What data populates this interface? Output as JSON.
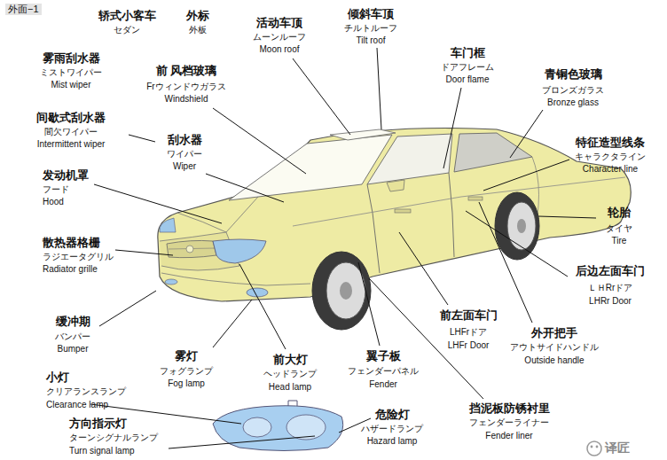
{
  "diagram": {
    "labels": [
      "外面−1",
      "轿式小客车",
      "セダン",
      "外标",
      "外板",
      "活动车顶",
      "ムーンルーフ",
      "Moon roof",
      "倾斜车顶",
      "チルトルーフ",
      "Tilt roof",
      "雾雨刮水器",
      "ミストワイパー",
      "Mist wiper",
      "前 风档玻璃",
      "Frウィンドウガラス",
      "Windshield",
      "车门框",
      "ドアフレーム",
      "Door flame",
      "青铜色玻璃",
      "ブロンズガラス",
      "Bronze glass",
      "间歇式刮水器",
      "間欠ワイパー",
      "Intermittent wiper",
      "刮水器",
      "ワイパー",
      "Wiper",
      "特征造型线条",
      "キャラクタライン",
      "Character line",
      "发动机罩",
      "フード",
      "Hood",
      "轮胎",
      "タイヤ",
      "Tire",
      "散热器格栅",
      "ラジエータグリル",
      "Radiator grille",
      "后边左面车门",
      "ＬＨRrドア",
      "LHRr Door",
      "缓冲期",
      "バンパー",
      "Bumper",
      "前左面车门",
      "LHFrドア",
      "LHFr Door",
      "外开把手",
      "アウトサイドハンドル",
      "Outside handle",
      "雾灯",
      "フォグランプ",
      "Fog lamp",
      "前大灯",
      "ヘッドランプ",
      "Head lamp",
      "翼子板",
      "フェンダーパネル",
      "Fender",
      "小灯",
      "クリアランスランプ",
      "Clearance lamp",
      "挡泥板防锈衬里",
      "フェンダーライナー",
      "Fender liner",
      "方向指示灯",
      "ターンシグナルランプ",
      "Turn signal lamp",
      "危险灯",
      "ハザードランプ",
      "Hazard lamp",
      "译匠"
    ]
  }
}
